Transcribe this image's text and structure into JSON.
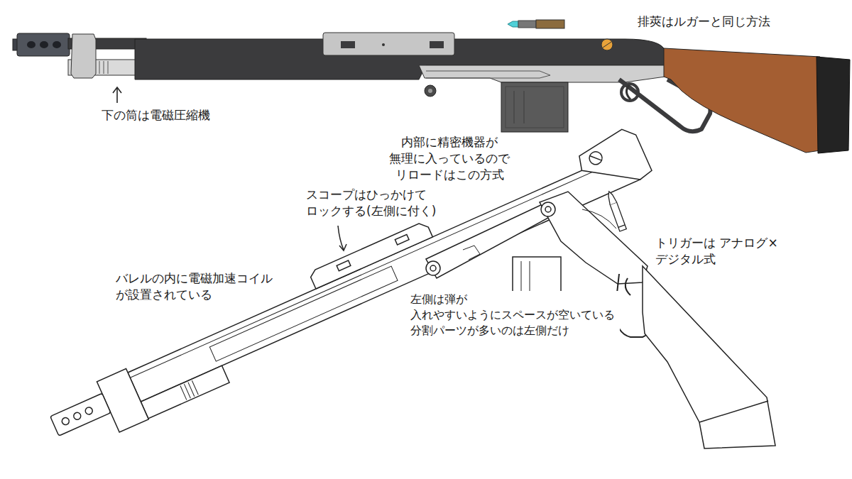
{
  "diagram": {
    "labels": [
      "排莢はルガーと同じ方法",
      "下の筒は電磁圧縮機",
      "内部に精密機器が 無理に入っているので リロードはこの方式",
      "スコープはひっかけて ロックする(左側に付く)",
      "トリガーは アナログ×デジタル式",
      "バレルの内に電磁加速コイル が設置されている",
      "左側は弾が 入れやすいようにスペースが空いている 分割パーツが多いのは左側だけ"
    ]
  }
}
